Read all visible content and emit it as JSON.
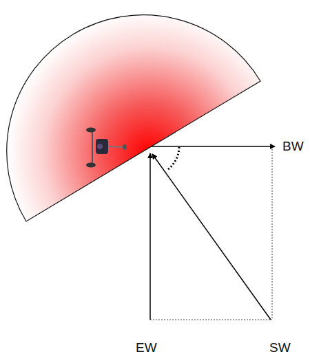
{
  "diagram": {
    "labels": [
      "BW",
      "EW",
      "SW"
    ]
  }
}
